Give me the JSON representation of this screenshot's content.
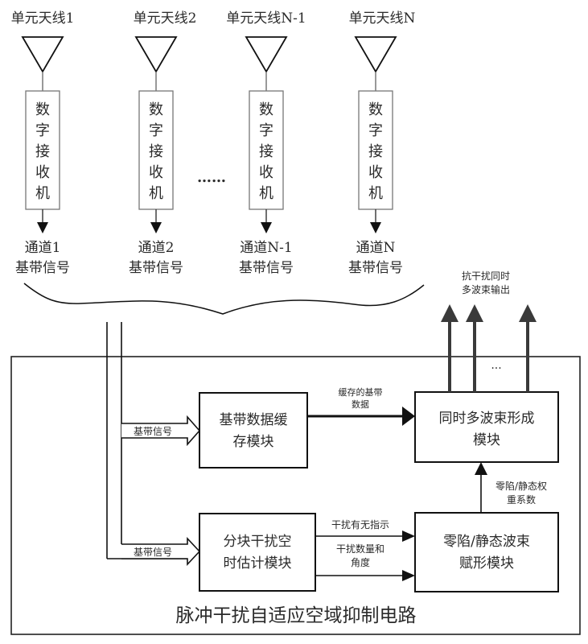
{
  "antennas": [
    {
      "label": "单元天线1",
      "receiver": [
        "数",
        "字",
        "接",
        "收",
        "机"
      ],
      "channel": [
        "通道1",
        "基带信号"
      ]
    },
    {
      "label": "单元天线2",
      "receiver": [
        "数",
        "字",
        "接",
        "收",
        "机"
      ],
      "channel": [
        "通道2",
        "基带信号"
      ]
    },
    {
      "label": "单元天线N-1",
      "receiver": [
        "数",
        "字",
        "接",
        "收",
        "机"
      ],
      "channel": [
        "通道N-1",
        "基带信号"
      ]
    },
    {
      "label": "单元天线N",
      "receiver": [
        "数",
        "字",
        "接",
        "收",
        "机"
      ],
      "channel": [
        "通道N",
        "基带信号"
      ]
    }
  ],
  "ellipsis": "……",
  "output_label": [
    "抗干扰同时",
    "多波束输出"
  ],
  "outputs_ellipsis": "···",
  "circuit_title": "脉冲干扰自适应空域抑制电路",
  "modules": {
    "buffer": [
      "基带数据缓",
      "存模块"
    ],
    "estimator": [
      "分块干扰空",
      "时估计模块"
    ],
    "multibeam": [
      "同时多波束形成",
      "模块"
    ],
    "nulling": [
      "零陷/静态波束",
      "赋形模块"
    ]
  },
  "signals": {
    "baseband_in_top": "基带信号",
    "baseband_in_bottom": "基带信号",
    "buffered_data": [
      "缓存的基带",
      "数据"
    ],
    "weights": [
      "零陷/静态权",
      "重系数"
    ],
    "interference_flag": "干扰有无指示",
    "interference_count_angle": [
      "干扰数量和",
      "角度"
    ]
  }
}
